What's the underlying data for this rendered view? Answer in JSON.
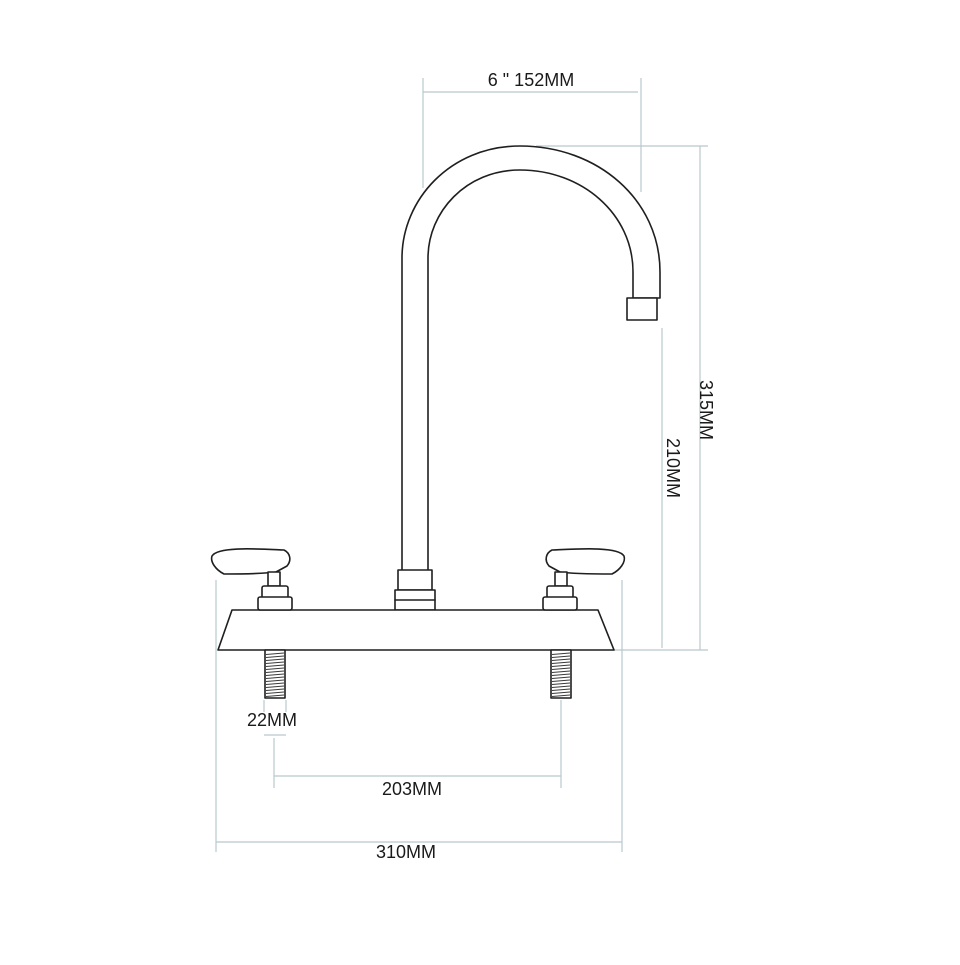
{
  "drawing": {
    "dimensions": {
      "spout_reach": "6 \" 152MM",
      "total_height": "315MM",
      "spout_height": "210MM",
      "shank_diameter": "22MM",
      "center_spacing": "203MM",
      "overall_width": "310MM"
    }
  },
  "colors": {
    "line": "#1f1f1f",
    "dimension": "#b9c7cc",
    "background": "#ffffff"
  }
}
